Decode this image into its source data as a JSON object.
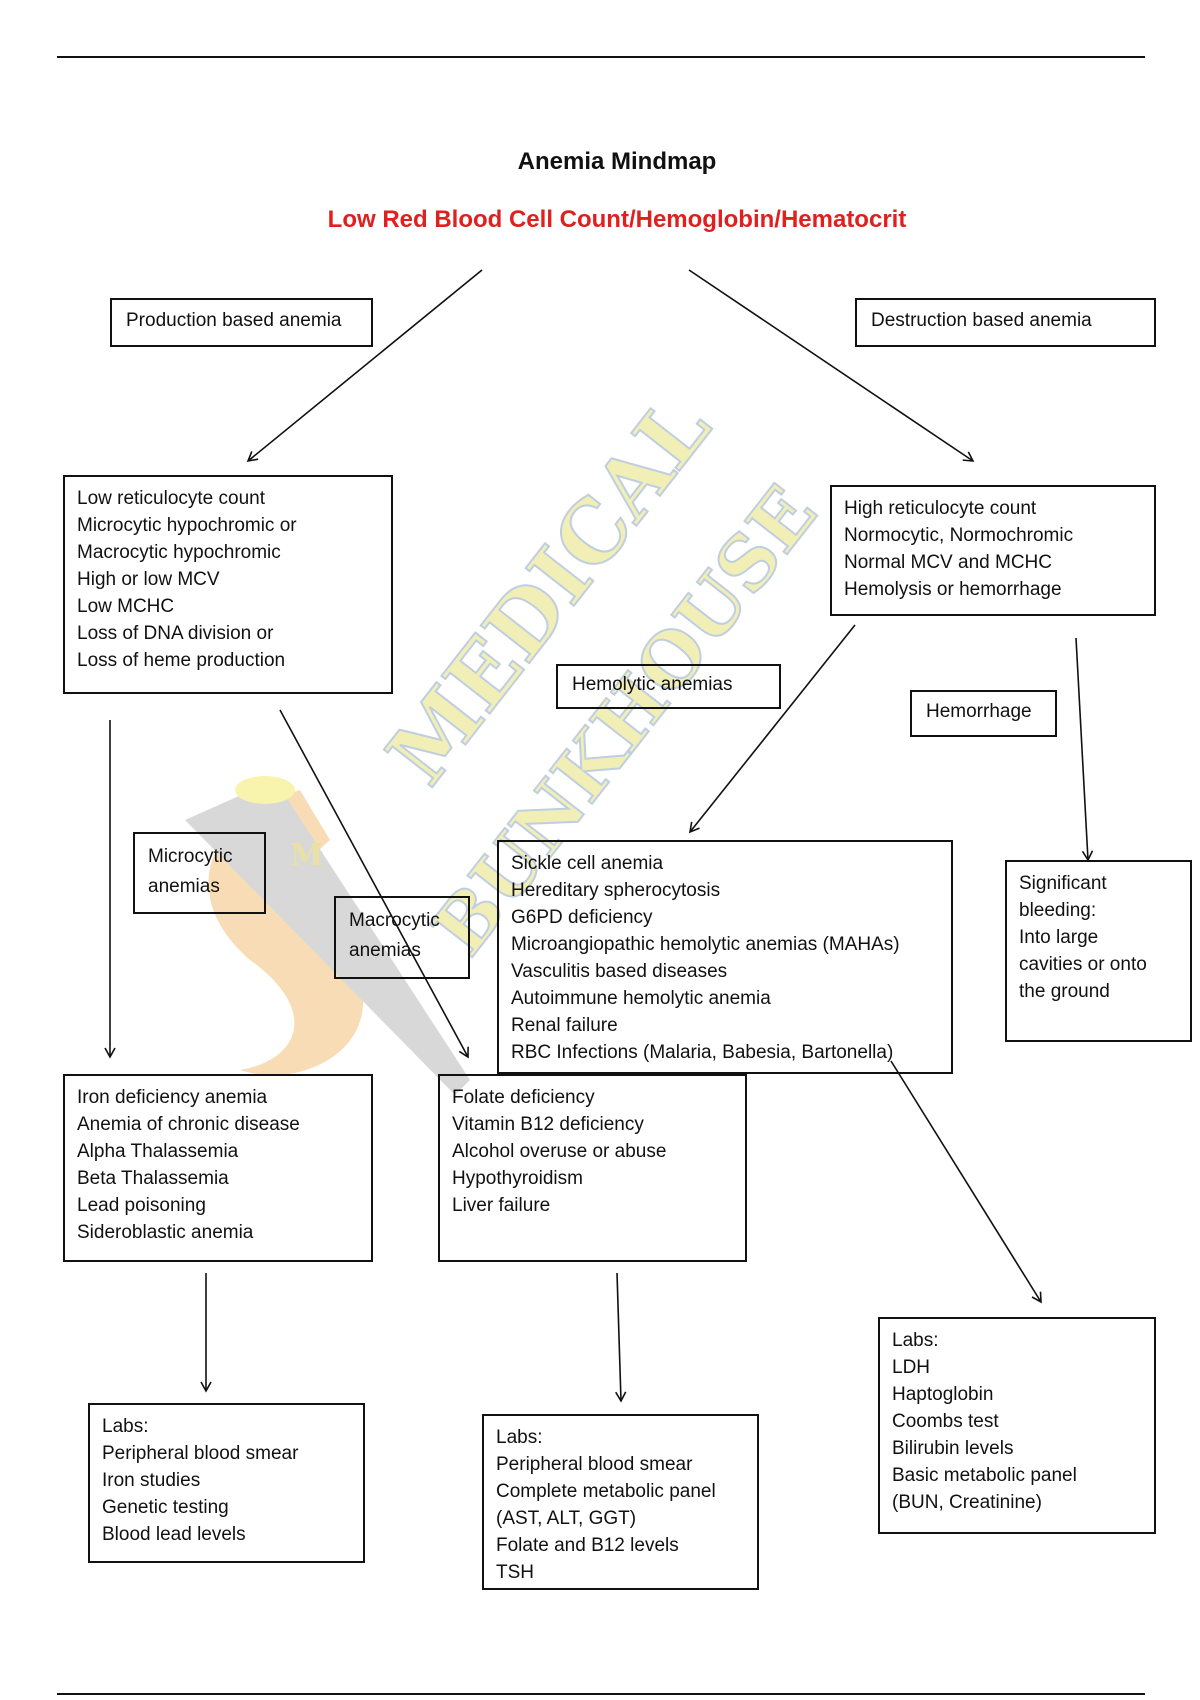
{
  "title": "Anemia Mindmap",
  "subtitle": "Low Red Blood Cell Count/Hemoglobin/Hematocrit",
  "colors": {
    "subtitle": "#e0201e",
    "watermark": "#d8c85a"
  },
  "watermark": {
    "line1": "MEDICAL",
    "line2": "BUNKHOUSE",
    "monogram": "M"
  },
  "production": {
    "label": "Production based anemia",
    "features": [
      "Low reticulocyte count",
      "Microcytic hypochromic or",
      "Macrocytic hypochromic",
      "High or low MCV",
      "Low MCHC",
      "Loss of DNA division or",
      "Loss of heme production"
    ]
  },
  "destruction": {
    "label": "Destruction based anemia",
    "features": [
      "High reticulocyte count",
      "Normocytic, Normochromic",
      "Normal  MCV and MCHC",
      "Hemolysis or hemorrhage"
    ]
  },
  "microcytic": {
    "label": [
      "Microcytic",
      "anemias"
    ],
    "items": [
      "Iron deficiency anemia",
      "Anemia of chronic disease",
      "Alpha Thalassemia",
      "Beta Thalassemia",
      "Lead poisoning",
      "Sideroblastic anemia"
    ],
    "labs": [
      "Labs:",
      "Peripheral blood smear",
      "Iron studies",
      "Genetic testing",
      "Blood lead levels"
    ]
  },
  "macrocytic": {
    "label": [
      "Macrocytic",
      "anemias"
    ],
    "items": [
      "Folate deficiency",
      "Vitamin B12 deficiency",
      "Alcohol overuse or abuse",
      "Hypothyroidism",
      "Liver failure"
    ],
    "labs": [
      "Labs:",
      "Peripheral blood smear",
      "Complete metabolic panel",
      "(AST, ALT, GGT)",
      "Folate and B12 levels",
      "TSH"
    ]
  },
  "hemolytic": {
    "label": "Hemolytic anemias",
    "items": [
      "Sickle cell anemia",
      "Hereditary spherocytosis",
      "G6PD deficiency",
      "Microangiopathic hemolytic anemias (MAHAs)",
      "Vasculitis based diseases",
      "Autoimmune hemolytic anemia",
      "Renal failure",
      "RBC Infections (Malaria, Babesia, Bartonella)"
    ],
    "labs": [
      "Labs:",
      "LDH",
      "Haptoglobin",
      "Coombs test",
      "Bilirubin levels",
      "Basic metabolic panel",
      "(BUN, Creatinine)"
    ]
  },
  "hemorrhage": {
    "label": "Hemorrhage",
    "items": [
      "Significant",
      "bleeding:",
      "Into large",
      "cavities or onto",
      "the ground"
    ]
  }
}
